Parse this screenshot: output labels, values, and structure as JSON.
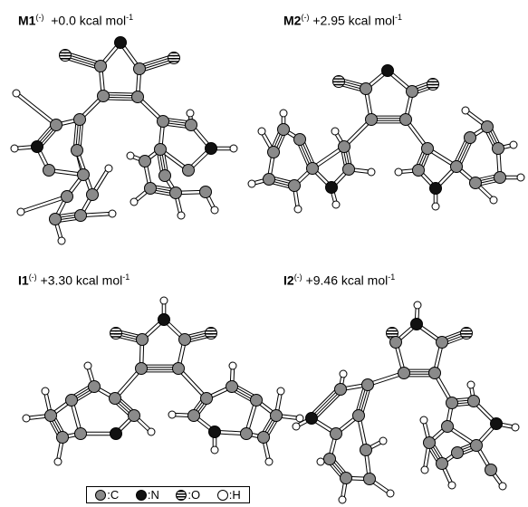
{
  "panels": [
    {
      "name": "M1",
      "charge": "(-)",
      "energy": "+0.0 kcal mol",
      "unit_exp": "-1"
    },
    {
      "name": "M2",
      "charge": "(-)",
      "energy": "+2.95 kcal mol",
      "unit_exp": "-1"
    },
    {
      "name": "I1",
      "charge": "(-)",
      "energy": "+3.30 kcal mol",
      "unit_exp": "-1"
    },
    {
      "name": "I2",
      "charge": "(-)",
      "energy": "+9.46 kcal mol",
      "unit_exp": "-1"
    }
  ],
  "legend": [
    {
      "symbol": ":C",
      "element": "C",
      "color": "#8a8a8a"
    },
    {
      "symbol": ":N",
      "element": "N",
      "color": "#111111"
    },
    {
      "symbol": ":O",
      "element": "O",
      "color": "striped"
    },
    {
      "symbol": ":H",
      "element": "H",
      "color": "#ffffff"
    }
  ],
  "colors": {
    "carbon": "#8a8a8a",
    "nitrogen": "#111111",
    "hydrogen": "#ffffff",
    "bond": "#ffffff",
    "outline": "#000000"
  }
}
